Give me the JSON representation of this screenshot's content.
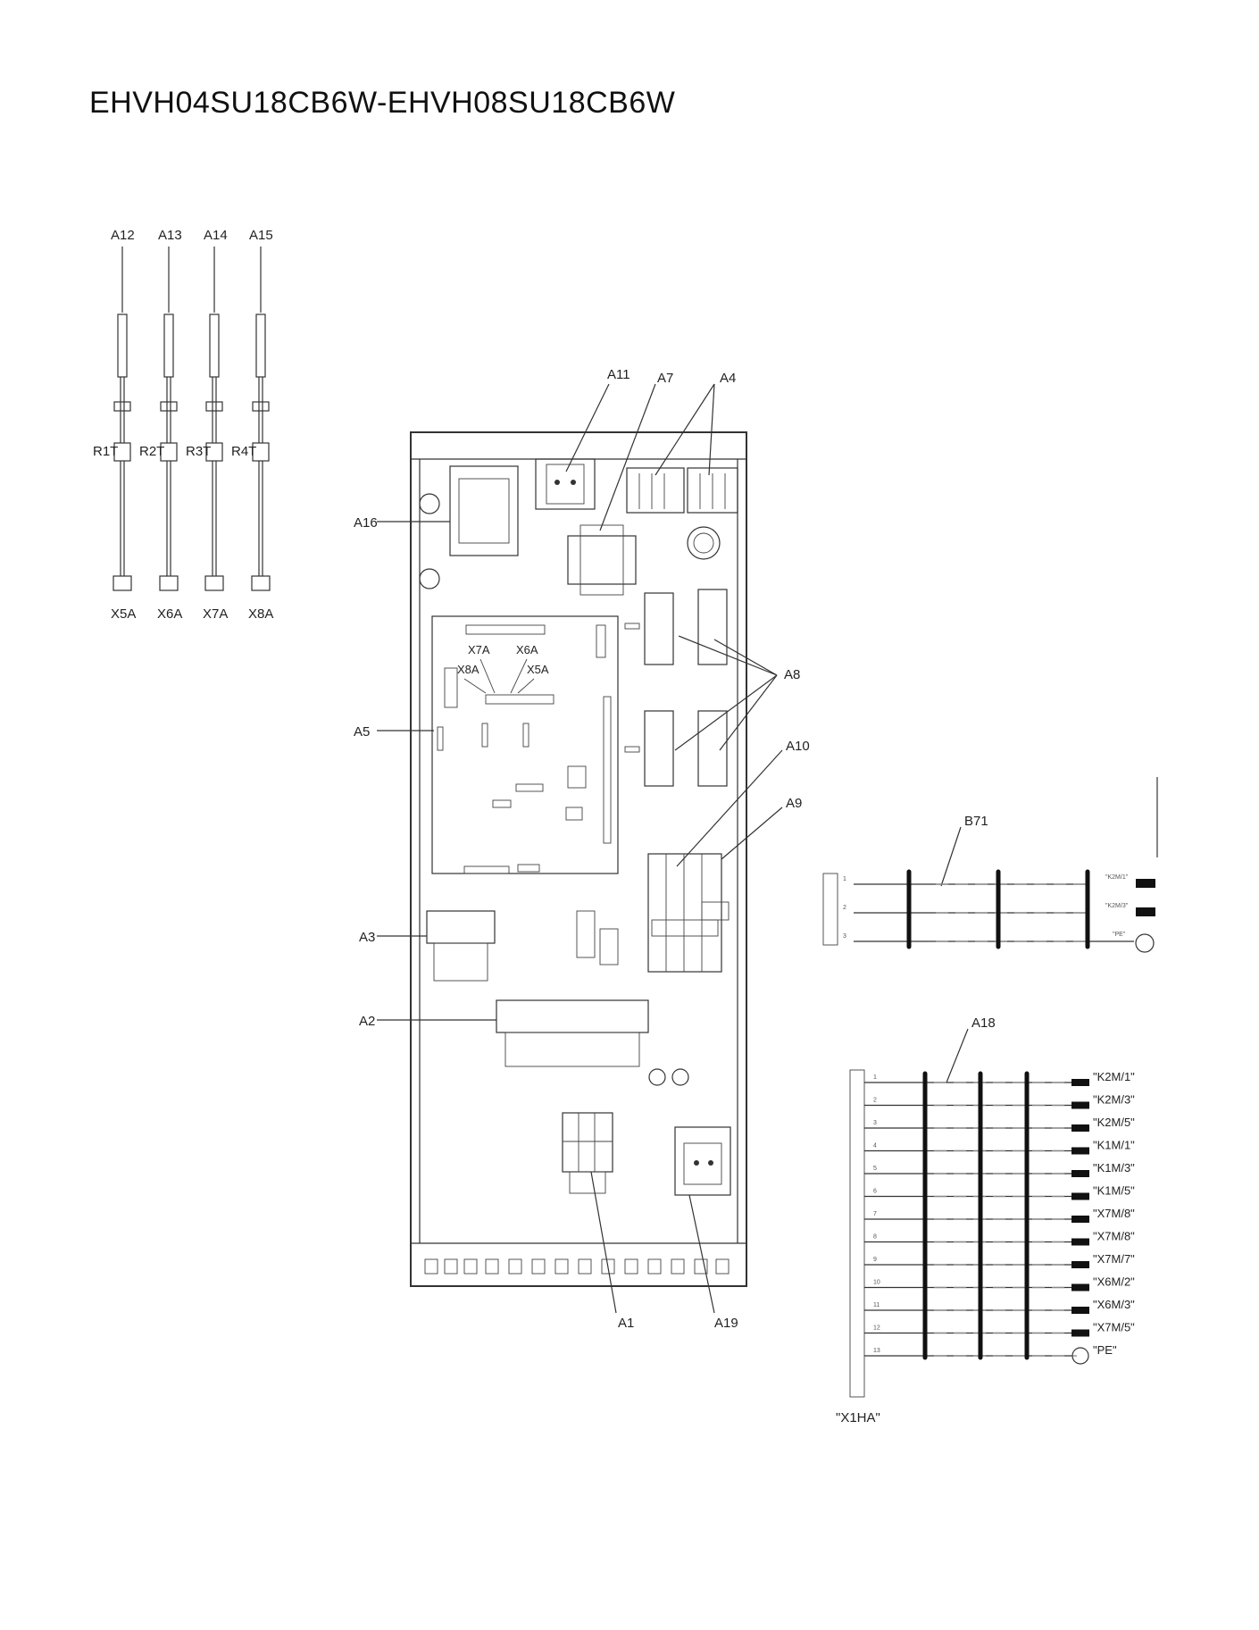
{
  "title": "EHVH04SU18CB6W-EHVH08SU18CB6W",
  "sensors": {
    "top_labels": [
      "A12",
      "A13",
      "A14",
      "A15"
    ],
    "resistors": [
      "R1T",
      "R2T",
      "R3T",
      "R4T"
    ],
    "connectors": [
      "X5A",
      "X6A",
      "X7A",
      "X8A"
    ]
  },
  "box_labels": {
    "a11": "A11",
    "a7": "A7",
    "a4": "A4",
    "a16": "A16",
    "a8": "A8",
    "a5": "A5",
    "a10": "A10",
    "a9": "A9",
    "a3": "A3",
    "a2": "A2",
    "a1": "A1",
    "a19": "A19"
  },
  "pcb_labels": {
    "x7a": "X7A",
    "x6a": "X6A",
    "x8a": "X8A",
    "x5a": "X5A"
  },
  "b71": {
    "label": "B71",
    "terminals": [
      "\"K2M/1\"",
      "\"K2M/3\"",
      "\"PE\""
    ]
  },
  "a18": {
    "label": "A18",
    "strip_label": "\"X1HA\"",
    "terminals": [
      "\"K2M/1\"",
      "\"K2M/3\"",
      "\"K2M/5\"",
      "\"K1M/1\"",
      "\"K1M/3\"",
      "\"K1M/5\"",
      "\"X7M/8\"",
      "\"X7M/8\"",
      "\"X7M/7\"",
      "\"X6M/2\"",
      "\"X6M/3\"",
      "\"X7M/5\"",
      "\"PE\""
    ]
  }
}
